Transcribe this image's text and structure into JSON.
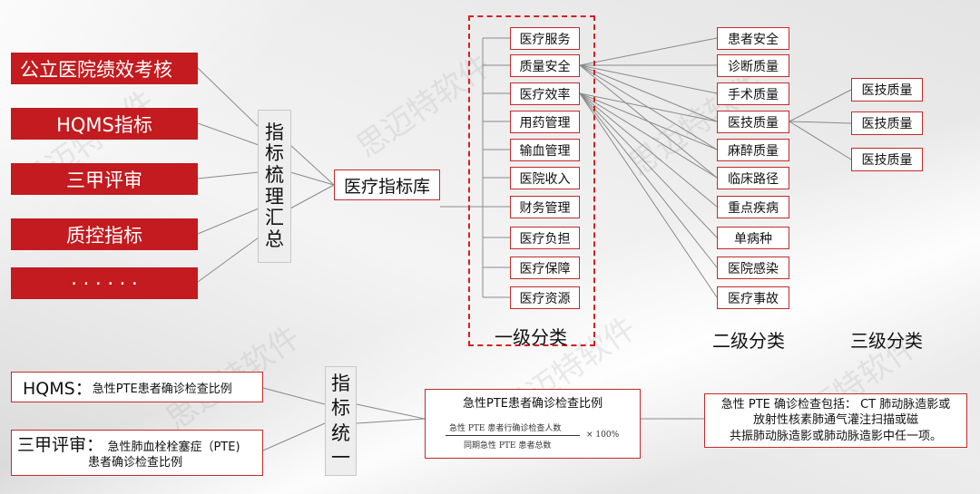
{
  "sources": [
    "公立医院绩效考核",
    "HQMS指标",
    "三甲评审",
    "质控指标",
    "· · · · · ·"
  ],
  "summary_chars": [
    "指",
    "标",
    "梳",
    "理",
    "汇",
    "总"
  ],
  "library": "医疗指标库",
  "level1": [
    "医疗服务",
    "质量安全",
    "医疗效率",
    "用药管理",
    "输血管理",
    "医院收入",
    "财务管理",
    "医疗负担",
    "医疗保障",
    "医疗资源"
  ],
  "level2": [
    "患者安全",
    "诊断质量",
    "手术质量",
    "医技质量",
    "麻醉质量",
    "临床路径",
    "重点疾病",
    "单病种",
    "医院感染",
    "医疗事故"
  ],
  "level3": [
    "医技质量",
    "医技质量",
    "医技质量"
  ],
  "captions": {
    "level1": "一级分类",
    "level2": "二级分类",
    "level3": "三级分类"
  },
  "bottom": {
    "hqms_prefix": "HQMS：",
    "hqms_text": "急性PTE患者确诊检查比例",
    "sanjia_prefix": "三甲评审：",
    "sanjia_text1": "急性肺血栓栓塞症（PTE)",
    "sanjia_text2": "患者确诊检查比例",
    "unify_chars": [
      "指",
      "标",
      "统",
      "一"
    ],
    "formula_title": "急性PTE患者确诊检查比例",
    "formula_numerator": "急性 PTE 患者行确诊检查人数",
    "formula_denominator": "同期急性 PTE 患者总数",
    "formula_factor": "× 100%",
    "note_line1": "急性 PTE 确诊检查包括： CT 肺动脉造影或",
    "note_line2": "放射性核素肺通气灌注扫描或磁",
    "note_line3": "共振肺动脉造影或肺动脉造影中任一项。"
  },
  "watermark": "思迈特软件"
}
